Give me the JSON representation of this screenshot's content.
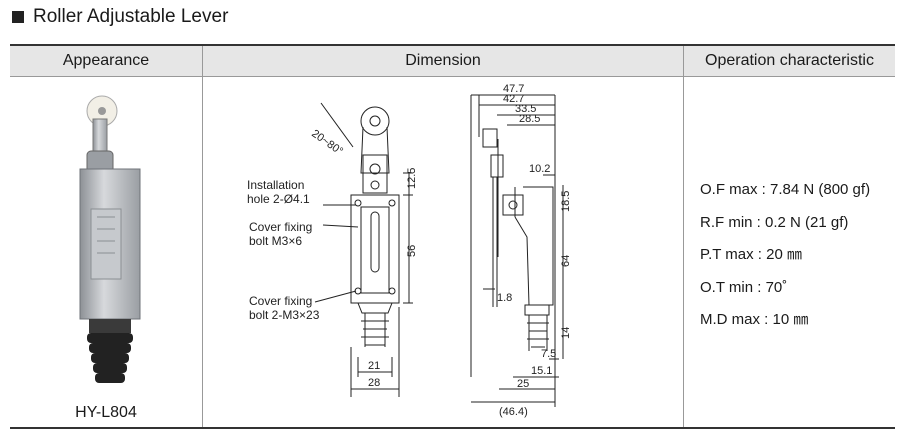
{
  "title": "Roller Adjustable Lever",
  "headers": {
    "appearance": "Appearance",
    "dimension": "Dimension",
    "operation": "Operation characteristic"
  },
  "model": "HY-L804",
  "specs": [
    "O.F max : 7.84 N (800 gf)",
    "R.F min : 0.2 N (21 gf)",
    "P.T max : 20 ㎜",
    "O.T min : 70˚",
    "M.D max : 10 ㎜"
  ],
  "drawing": {
    "angle": "20~80°",
    "install_1": "Installation",
    "install_2": "hole 2-Ø4.1",
    "cover1_1": "Cover fixing",
    "cover1_2": "bolt M3×6",
    "cover2_1": "Cover fixing",
    "cover2_2": "bolt 2-M3×23",
    "d_12_5": "12.5",
    "d_56": "56",
    "d_21": "21",
    "d_28": "28",
    "d_47_7": "47.7",
    "d_42_7": "42.7",
    "d_33_5": "33.5",
    "d_28_5": "28.5",
    "d_10_2": "10.2",
    "d_18_5": "18.5",
    "d_64": "64",
    "d_1_8": "1.8",
    "d_14": "14",
    "d_7_5": "7.5",
    "d_15_1": "15.1",
    "d_25": "25",
    "d_46_4": "(46.4)"
  },
  "colors": {
    "header_bg": "#e6e6e6",
    "body_silver": "#b9bcc0",
    "boot_black": "#222222"
  }
}
